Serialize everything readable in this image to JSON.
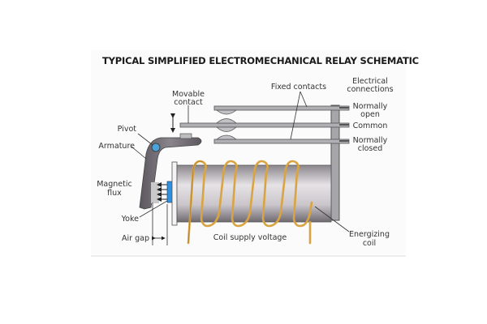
{
  "diagram": {
    "title": "TYPICAL SIMPLIFIED ELECTROMECHANICAL RELAY SCHEMATIC",
    "labels": {
      "movable_contact": [
        "Movable",
        "contact"
      ],
      "fixed_contacts": "Fixed contacts",
      "electrical_connections": [
        "Electrical",
        "connections"
      ],
      "normally_open": [
        "Normally",
        "open"
      ],
      "common": "Common",
      "normally_closed": [
        "Normally",
        "closed"
      ],
      "pivot": "Pivot",
      "armature": "Armature",
      "magnetic_flux": [
        "Magnetic",
        "flux"
      ],
      "yoke": "Yoke",
      "air_gap": "Air gap",
      "coil_supply_voltage": "Coil supply voltage",
      "energizing_coil": [
        "Energizing",
        "coil"
      ]
    },
    "colors": {
      "armature": "#6f6a70",
      "pivot": "#4aa3d9",
      "yoke": "#2f8fe0",
      "coil_wire": "#d9a441",
      "core": "#b9b6bb",
      "contacts": "#a9a9ad",
      "frame": "#9a9aa0"
    }
  }
}
